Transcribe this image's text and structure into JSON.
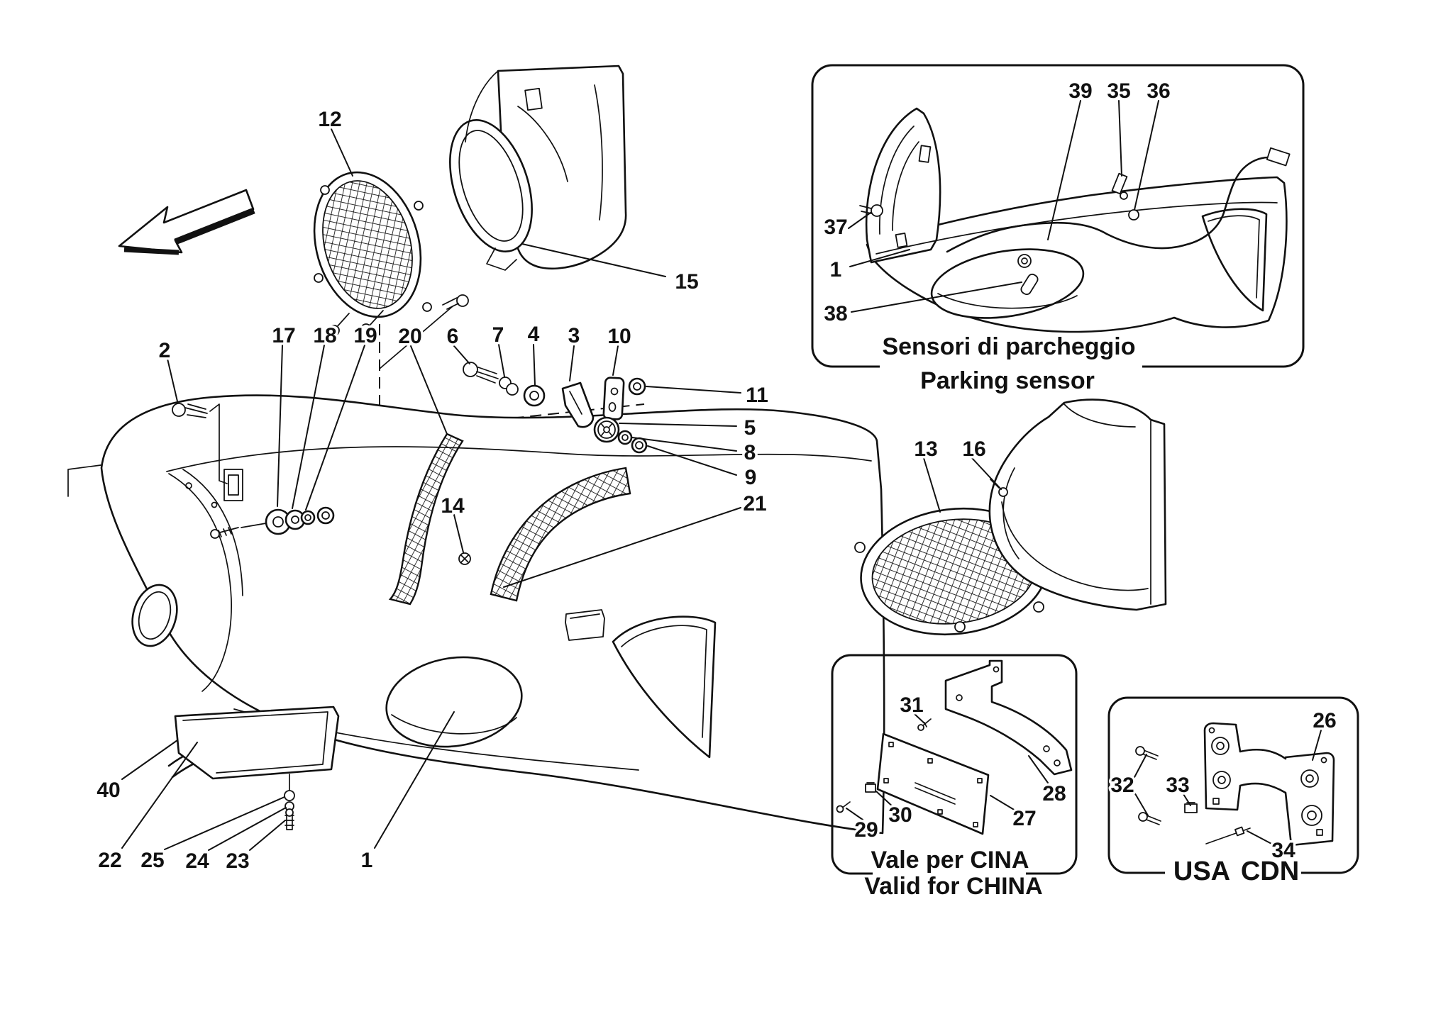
{
  "diagram": {
    "background": "#ffffff",
    "ink": "#111111",
    "callouts": {
      "main": {
        "c12": "12",
        "c15": "15",
        "c2": "2",
        "c17": "17",
        "c18": "18",
        "c19": "19",
        "c20": "20",
        "c6": "6",
        "c7": "7",
        "c4": "4",
        "c3": "3",
        "c10": "10",
        "c11": "11",
        "c5": "5",
        "c8": "8",
        "c9": "9",
        "c21": "21",
        "c14": "14",
        "c13": "13",
        "c16": "16",
        "c40": "40",
        "c22": "22",
        "c25": "25",
        "c24": "24",
        "c23": "23",
        "c1": "1"
      },
      "parking": {
        "c39": "39",
        "c35": "35",
        "c36": "36",
        "c37": "37",
        "c1": "1",
        "c38": "38"
      },
      "china": {
        "c31": "31",
        "c28": "28",
        "c27": "27",
        "c30": "30",
        "c29": "29"
      },
      "usa": {
        "c26": "26",
        "c32": "32",
        "c33": "33",
        "c34": "34"
      }
    },
    "insets": {
      "parking": {
        "title_it": "Sensori di parcheggio",
        "title_en": "Parking sensor"
      },
      "china": {
        "title_it": "Vale per CINA",
        "title_en": "Valid for CHINA"
      },
      "usa": {
        "title_left": "USA",
        "title_right": "CDN"
      }
    }
  }
}
